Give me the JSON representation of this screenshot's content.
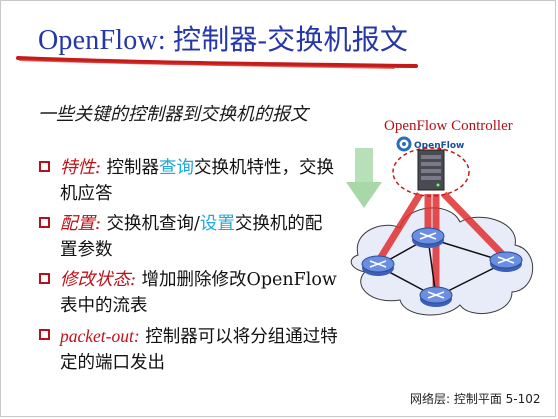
{
  "slide": {
    "title": "OpenFlow: 控制器-交换机报文",
    "intro": "一些关键的控制器到交换机的报文",
    "bullets": [
      {
        "term": "特性:",
        "parts": [
          " 控制器",
          "查询",
          "交换机特性，交换机应答"
        ]
      },
      {
        "term": "配置:",
        "parts": [
          " 交换机查询/",
          "设置",
          "交换机的配置参数"
        ]
      },
      {
        "term": "修改状态:",
        "parts": [
          " 增加删除修改OpenFlow表中的流表"
        ]
      },
      {
        "term": "packet-out:",
        "parts": [
          " 控制器可以将分组通过特定的端口发出"
        ]
      }
    ],
    "controller_label": "OpenFlow Controller",
    "logo_text": "OpenFlow",
    "footer": "网络层: 控制平面 5-102"
  },
  "colors": {
    "title": "#2536a8",
    "term": "#c01018",
    "highlight": "#20a8d8",
    "underline": "#c41a1a",
    "cloud_fill": "#e8ecf8",
    "router_fill": "#5a7fd6",
    "arrow_green": "#a8d8a8"
  },
  "icons": [
    "bullet-box-icon",
    "controller-server-icon",
    "openflow-logo-icon",
    "router-icon",
    "down-arrow-icon"
  ]
}
